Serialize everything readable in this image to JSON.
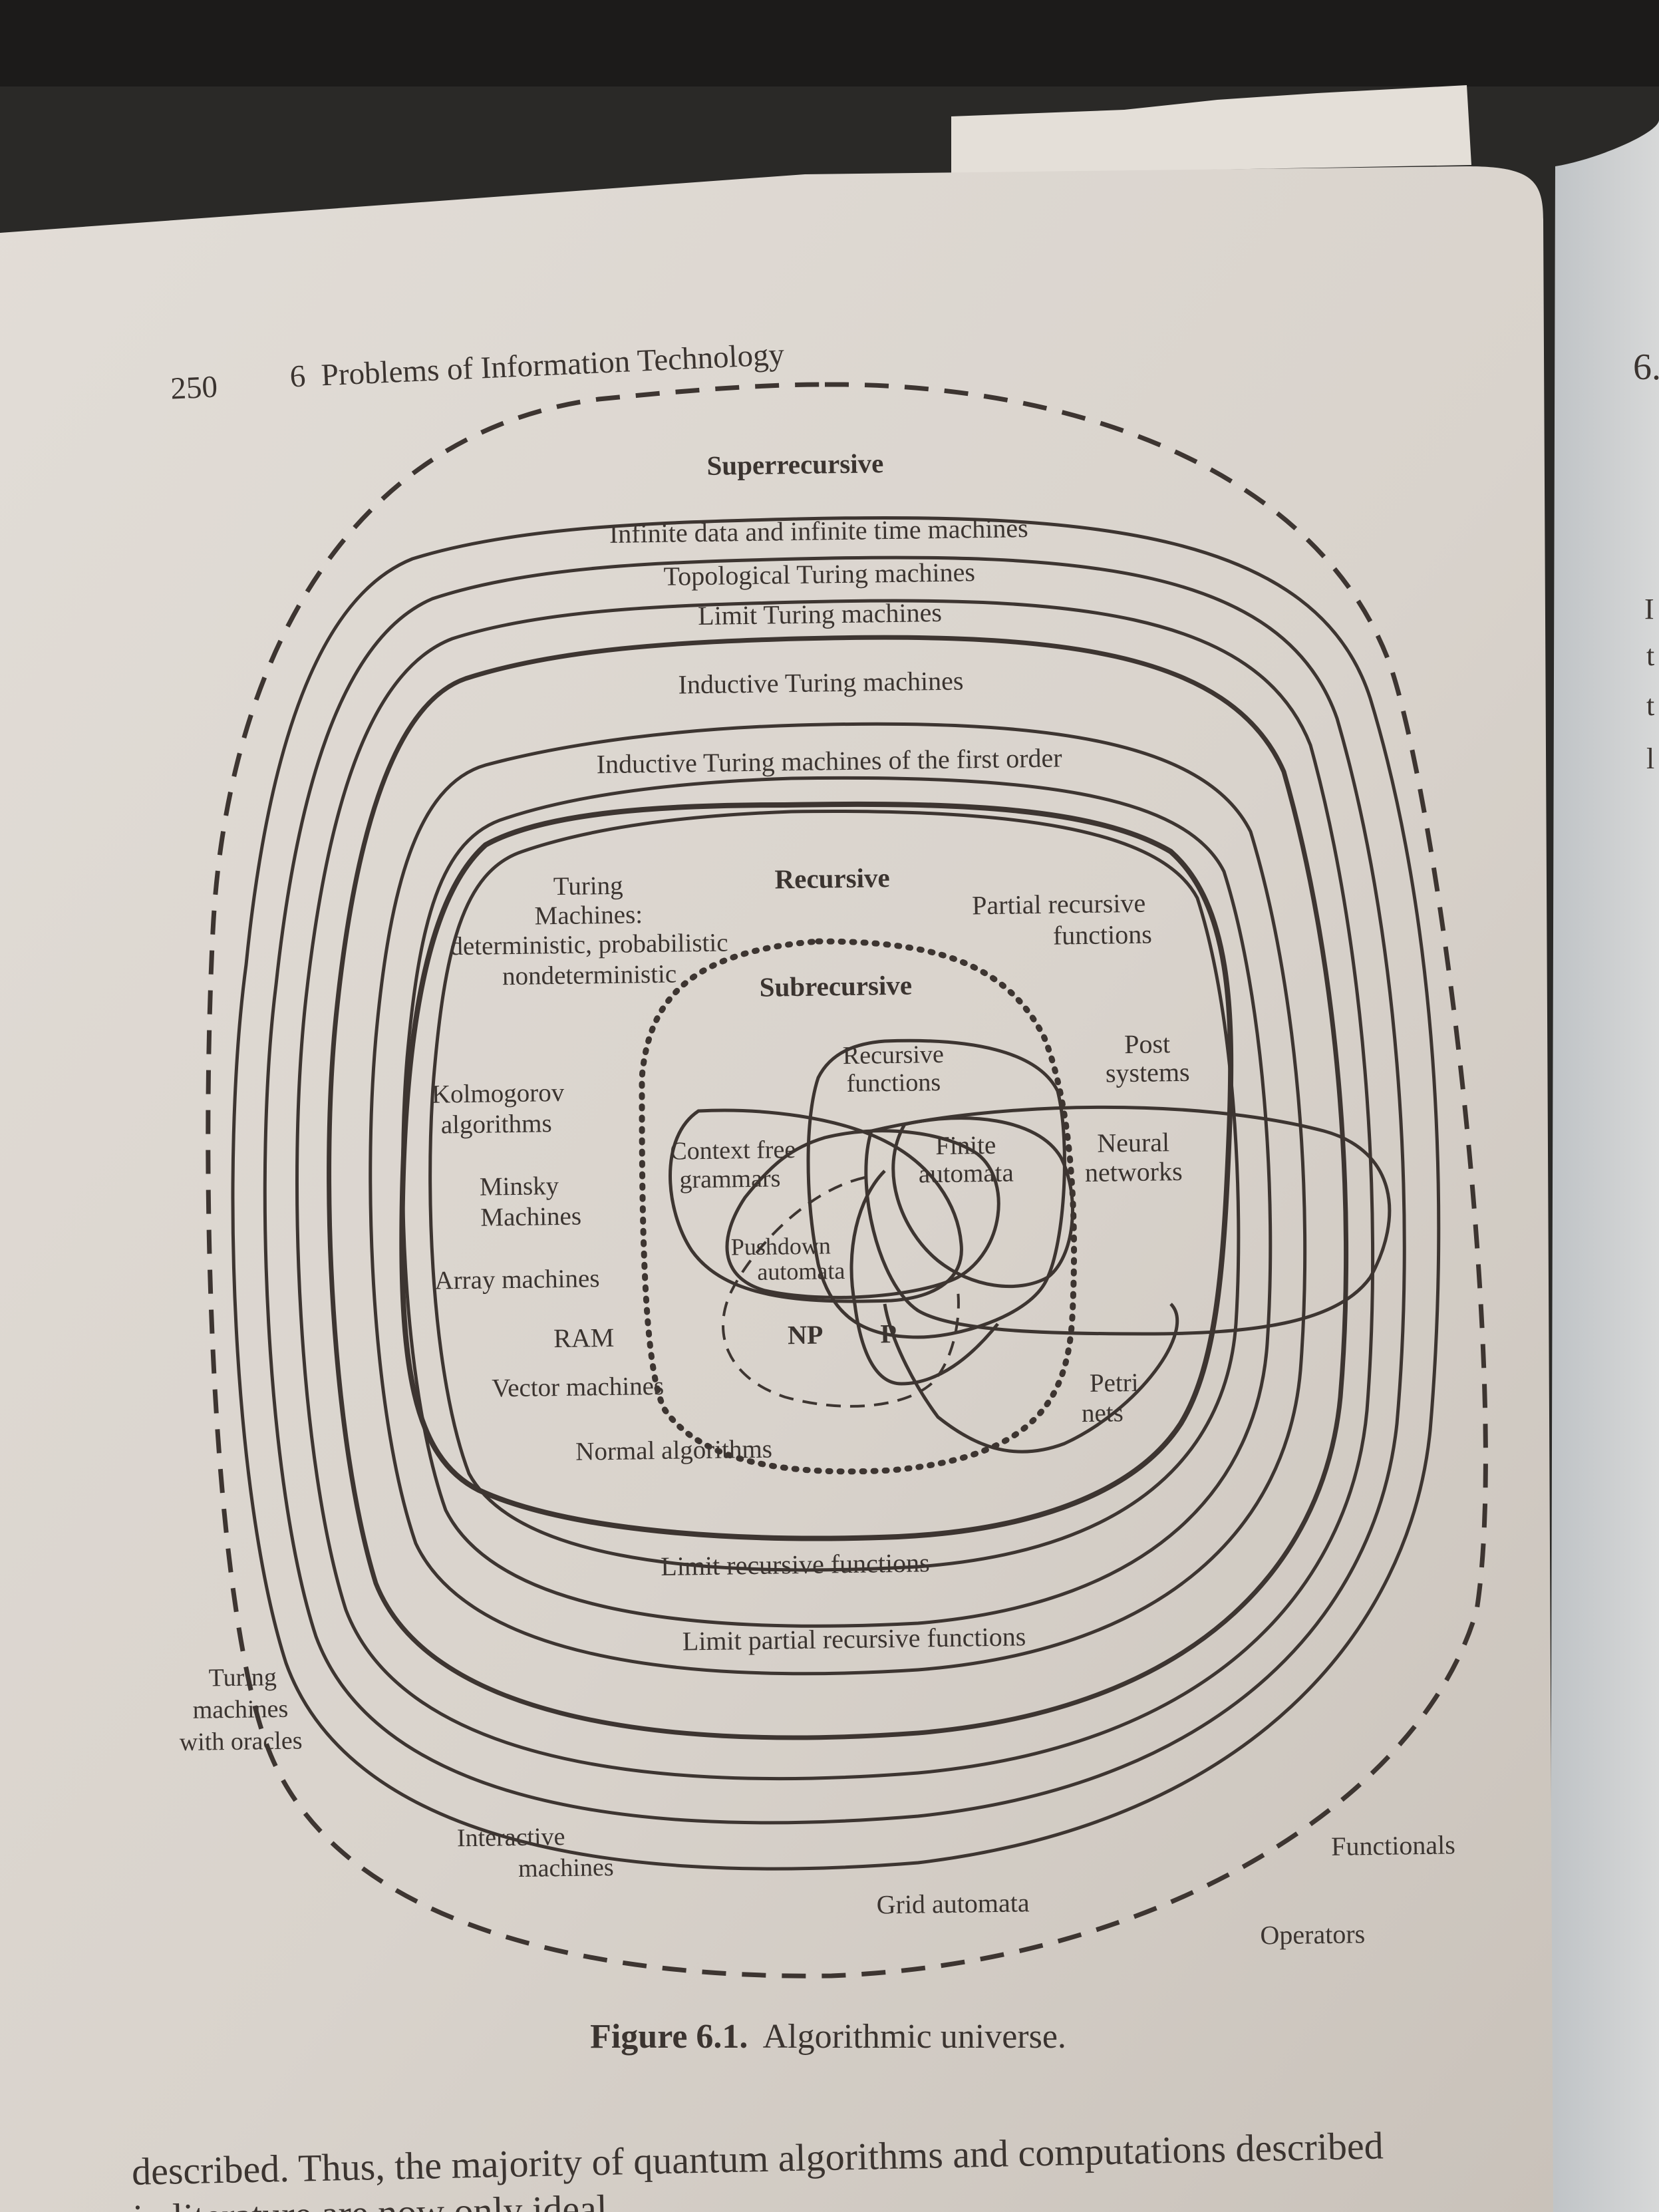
{
  "page": {
    "page_number": "250",
    "running_header": "6  Problems of Information Technology",
    "next_page_fragment": "6.",
    "right_page_letters": [
      "I",
      "t",
      "t",
      "l"
    ]
  },
  "diagram": {
    "superrecursive": "Superrecursive",
    "infinite_data": "Infinite data and infinite time machines",
    "topological": "Topological Turing machines",
    "limit_turing": "Limit Turing machines",
    "inductive": "Inductive Turing machines",
    "inductive_first": "Inductive Turing machines of the first order",
    "turing_machines": [
      "Turing",
      "Machines:",
      "deterministic, probabilistic",
      "nondeterministic"
    ],
    "recursive": "Recursive",
    "partial_recursive": [
      "Partial recursive",
      "functions"
    ],
    "subrecursive": "Subrecursive",
    "recursive_functions": [
      "Recursive",
      "functions"
    ],
    "post_systems": [
      "Post",
      "systems"
    ],
    "kolmogorov": [
      "Kolmogorov",
      "algorithms"
    ],
    "context_free": [
      "Context free",
      "grammars"
    ],
    "finite_automata": [
      "Finite",
      "automata"
    ],
    "neural_networks": [
      "Neural",
      "networks"
    ],
    "minsky": [
      "Minsky",
      "Machines"
    ],
    "pushdown": [
      "Pushdown",
      "automata"
    ],
    "array_machines": "Array machines",
    "ram": "RAM",
    "np": "NP",
    "p": "P",
    "vector_machines": "Vector machines",
    "petri_nets": [
      "Petri",
      "nets"
    ],
    "normal_algorithms": "Normal algorithms",
    "limit_recursive": "Limit recursive functions",
    "limit_partial": "Limit partial recursive functions",
    "turing_oracles": [
      "Turing",
      "machines",
      "with oracles"
    ],
    "interactive": [
      "Interactive",
      "machines"
    ],
    "grid_automata": "Grid automata",
    "functionals": "Functionals",
    "operators": "Operators"
  },
  "caption": {
    "label": "Figure 6.1.",
    "text": "Algorithmic universe."
  },
  "body_text": {
    "line1": "described. Thus, the majority of quantum algorithms and computations described",
    "line2": "in literature are now only ideal"
  },
  "colors": {
    "paper": "#dcd6cf",
    "ink": "#3b3430",
    "background": "#2a2927"
  }
}
